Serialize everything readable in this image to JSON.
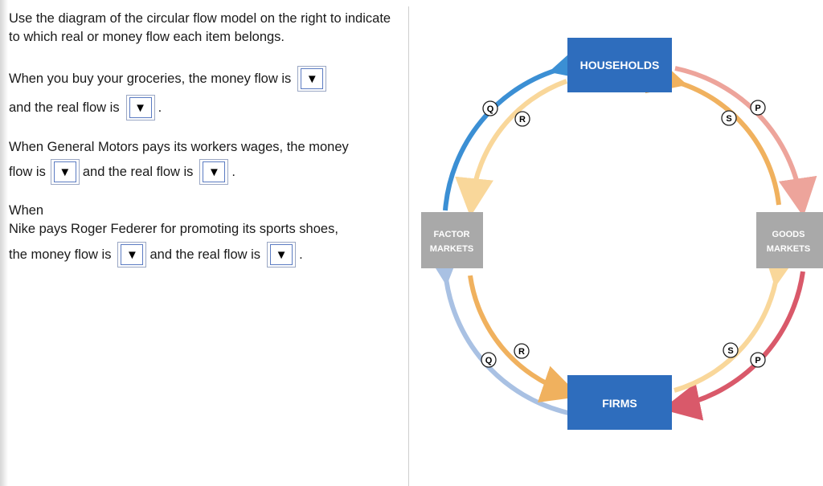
{
  "instructions": "Use the diagram of the circular flow model on the right to indicate to which real or money flow each item belongs.",
  "questions": [
    {
      "line1_a": "When you buy your groceries, the money flow is",
      "line2_a": "and the real flow is",
      "line2_b": "."
    },
    {
      "line1": "When General Motors pays its workers wages, the money",
      "line2_a": "flow is",
      "line2_b": "and the real flow is",
      "line2_c": "."
    },
    {
      "line1": "When",
      "line2": "Nike pays Roger Federer for promoting its sports shoes,",
      "line3_a": "the money flow is",
      "line3_b": "and the real flow is",
      "line3_c": "."
    }
  ],
  "dropdown_arrow": "▼",
  "diagram": {
    "households": "HOUSEHOLDS",
    "firms": "FIRMS",
    "factor_markets_1": "FACTOR",
    "factor_markets_2": "MARKETS",
    "goods_markets_1": "GOODS",
    "goods_markets_2": "MARKETS",
    "labels": {
      "q": "Q",
      "r": "R",
      "s": "S",
      "p": "P"
    },
    "colors": {
      "box_blue": "#2e6dbd",
      "market_gray": "#a9a9a9",
      "blue": "#3b8fd4",
      "light_blue": "#a9c1e3",
      "orange": "#f0b15e",
      "light_orange": "#f9d79a",
      "red": "#d9596a",
      "pink": "#eda49b"
    }
  }
}
